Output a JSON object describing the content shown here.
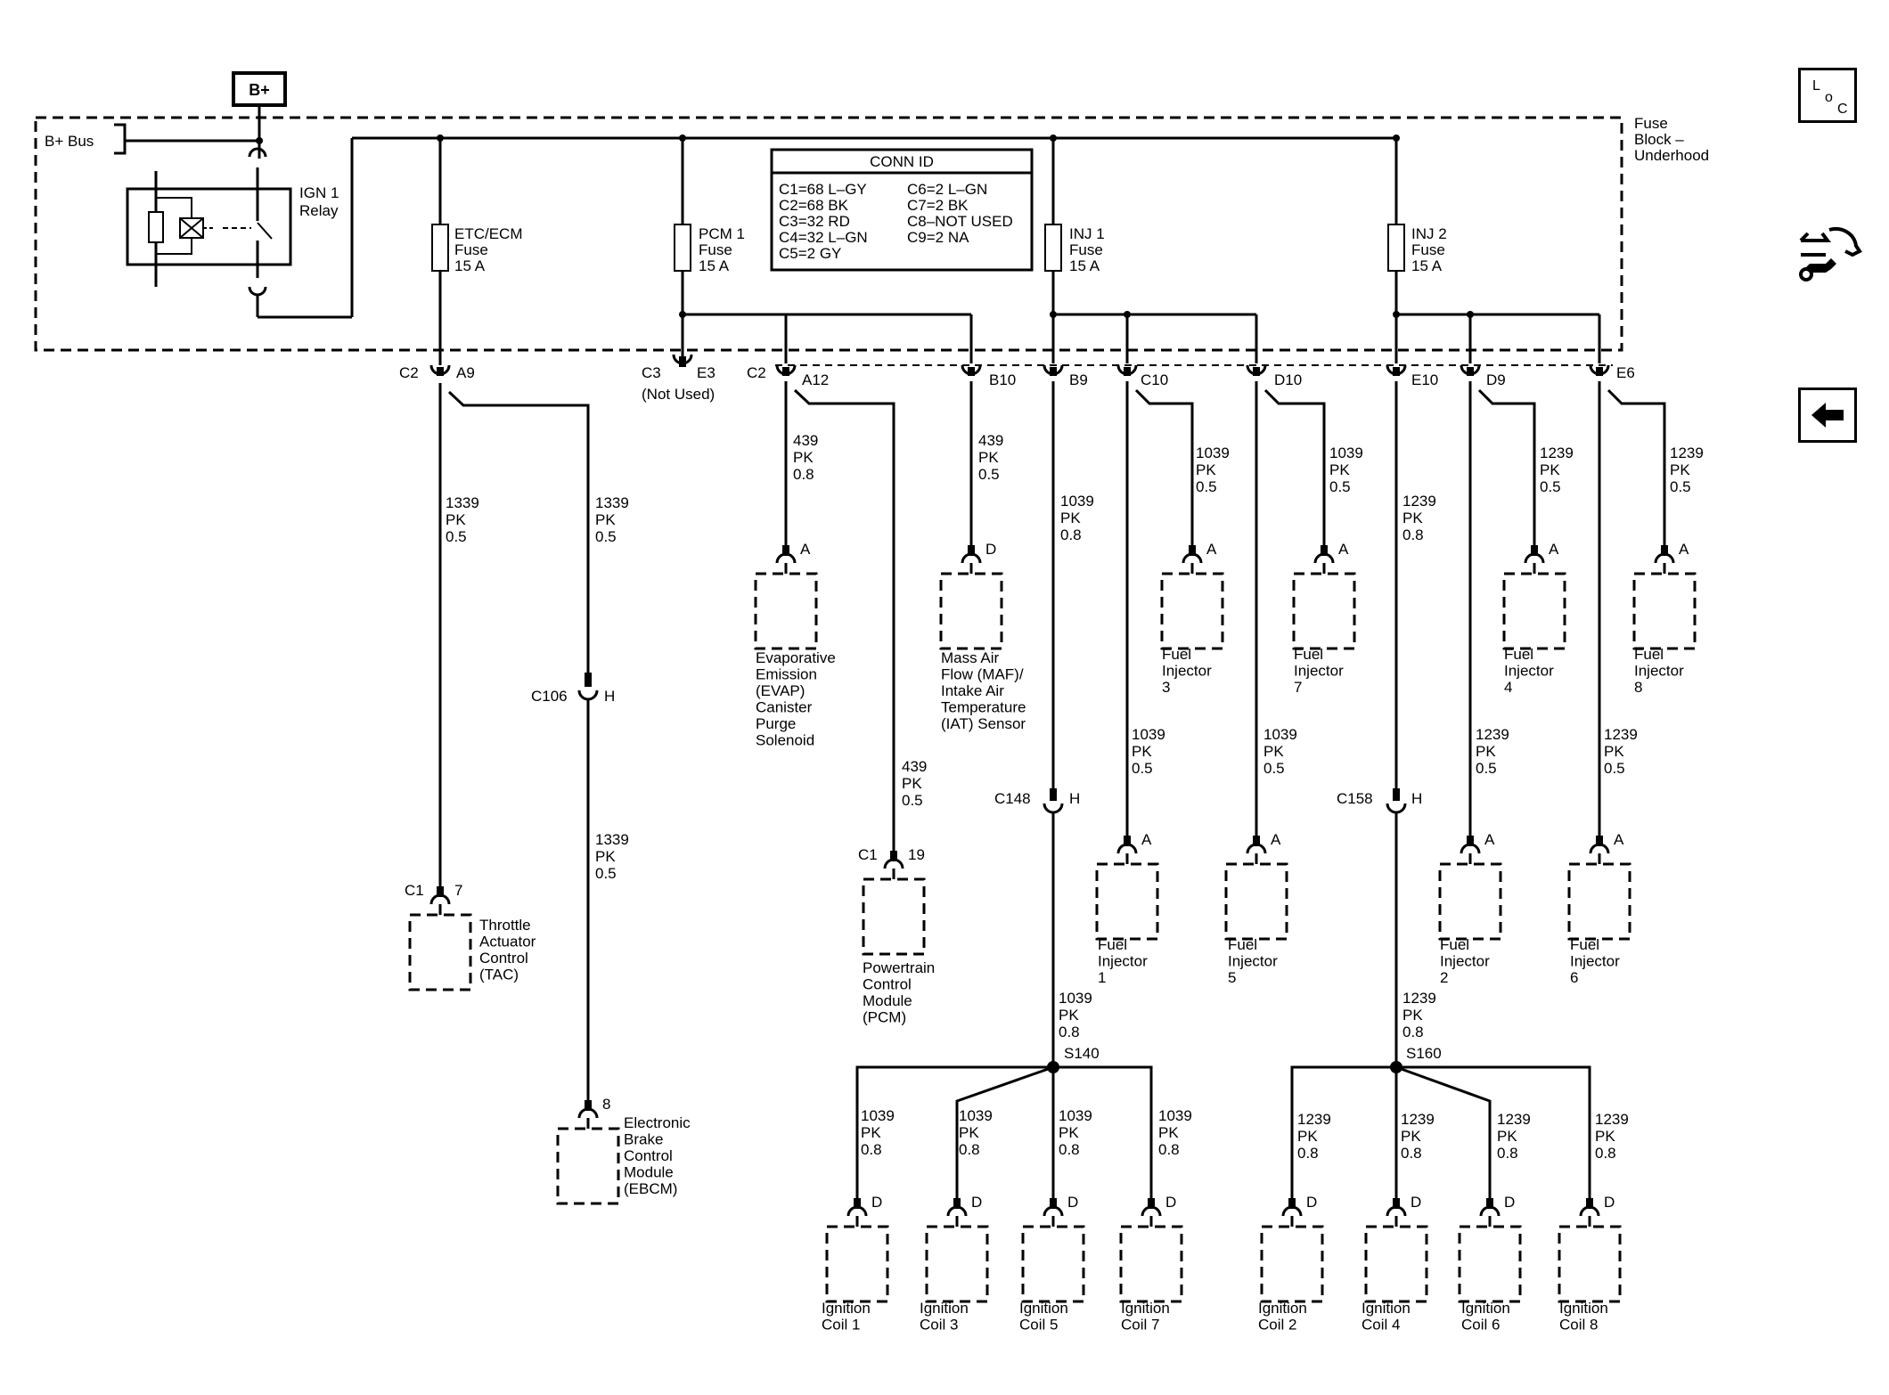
{
  "power": {
    "bplus": "B+",
    "bus": "B+ Bus",
    "relay": [
      "IGN 1",
      "Relay"
    ],
    "fuse_block": [
      "Fuse",
      "Block –",
      "Underhood"
    ]
  },
  "conn_id": {
    "title": "CONN ID",
    "left": [
      "C1=68 L–GY",
      "C2=68 BK",
      "C3=32 RD",
      "C4=32 L–GN",
      "C5=2 GY"
    ],
    "right": [
      "C6=2 L–GN",
      "C7=2 BK",
      "C8–NOT USED",
      "C9=2 NA"
    ]
  },
  "fuses": [
    {
      "lines": [
        "ETC/ECM",
        "Fuse",
        "15 A"
      ]
    },
    {
      "lines": [
        "PCM 1",
        "Fuse",
        "15 A"
      ]
    },
    {
      "lines": [
        "INJ 1",
        "Fuse",
        "15 A"
      ]
    },
    {
      "lines": [
        "INJ 2",
        "Fuse",
        "15 A"
      ]
    }
  ],
  "connector_labels": {
    "c2": "C2",
    "a9": "A9",
    "c3": "C3",
    "e3": "E3",
    "not_used": "(Not Used)",
    "c2b": "C2",
    "a12": "A12",
    "b10": "B10",
    "b9": "B9",
    "c10": "C10",
    "d10": "D10",
    "e10": "E10",
    "d9": "D9",
    "e6": "E6",
    "c106": "C106",
    "h1": "H",
    "c148": "C148",
    "h2": "H",
    "c158": "C158",
    "h3": "H",
    "s140": "S140",
    "s160": "S160"
  },
  "wires": [
    {
      "lines": [
        "1339",
        "PK",
        "0.5"
      ]
    },
    {
      "lines": [
        "1339",
        "PK",
        "0.5"
      ]
    },
    {
      "lines": [
        "1339",
        "PK",
        "0.5"
      ]
    },
    {
      "lines": [
        "439",
        "PK",
        "0.8"
      ]
    },
    {
      "lines": [
        "439",
        "PK",
        "0.5"
      ]
    },
    {
      "lines": [
        "439",
        "PK",
        "0.5"
      ]
    },
    {
      "lines": [
        "1039",
        "PK",
        "0.8"
      ]
    },
    {
      "lines": [
        "1039",
        "PK",
        "0.5"
      ]
    },
    {
      "lines": [
        "1039",
        "PK",
        "0.5"
      ]
    },
    {
      "lines": [
        "1039",
        "PK",
        "0.5"
      ]
    },
    {
      "lines": [
        "1039",
        "PK",
        "0.5"
      ]
    },
    {
      "lines": [
        "1039",
        "PK",
        "0.8"
      ]
    },
    {
      "lines": [
        "1239",
        "PK",
        "0.8"
      ]
    },
    {
      "lines": [
        "1239",
        "PK",
        "0.5"
      ]
    },
    {
      "lines": [
        "1239",
        "PK",
        "0.5"
      ]
    },
    {
      "lines": [
        "1239",
        "PK",
        "0.5"
      ]
    },
    {
      "lines": [
        "1239",
        "PK",
        "0.5"
      ]
    },
    {
      "lines": [
        "1239",
        "PK",
        "0.8"
      ]
    },
    {
      "lines": [
        "1039",
        "PK",
        "0.8"
      ]
    },
    {
      "lines": [
        "1039",
        "PK",
        "0.8"
      ]
    },
    {
      "lines": [
        "1039",
        "PK",
        "0.8"
      ]
    },
    {
      "lines": [
        "1039",
        "PK",
        "0.8"
      ]
    },
    {
      "lines": [
        "1239",
        "PK",
        "0.8"
      ]
    },
    {
      "lines": [
        "1239",
        "PK",
        "0.8"
      ]
    },
    {
      "lines": [
        "1239",
        "PK",
        "0.8"
      ]
    },
    {
      "lines": [
        "1239",
        "PK",
        "0.8"
      ]
    }
  ],
  "components": [
    {
      "pin": "A",
      "lines": [
        "Evaporative",
        "Emission",
        "(EVAP)",
        "Canister",
        "Purge",
        "Solenoid"
      ]
    },
    {
      "pin": "D",
      "lines": [
        "Mass Air",
        "Flow (MAF)/",
        "Intake Air",
        "Temperature",
        "(IAT) Sensor"
      ]
    },
    {
      "pin": "A",
      "lines": [
        "Fuel",
        "Injector",
        "3"
      ]
    },
    {
      "pin": "A",
      "lines": [
        "Fuel",
        "Injector",
        "7"
      ]
    },
    {
      "pin": "A",
      "lines": [
        "Fuel",
        "Injector",
        "4"
      ]
    },
    {
      "pin": "A",
      "lines": [
        "Fuel",
        "Injector",
        "8"
      ]
    },
    {
      "pin": "A",
      "lines": [
        "Fuel",
        "Injector",
        "1"
      ]
    },
    {
      "pin": "A",
      "lines": [
        "Fuel",
        "Injector",
        "5"
      ]
    },
    {
      "pin": "A",
      "lines": [
        "Fuel",
        "Injector",
        "2"
      ]
    },
    {
      "pin": "A",
      "lines": [
        "Fuel",
        "Injector",
        "6"
      ]
    },
    {
      "pin": "19",
      "conn": "C1",
      "lines": [
        "Powertrain",
        "Control",
        "Module",
        "(PCM)"
      ]
    },
    {
      "pin": "7",
      "conn": "C1",
      "lines": [
        "Throttle",
        "Actuator",
        "Control",
        "(TAC)"
      ]
    },
    {
      "pin": "8",
      "lines": [
        "Electronic",
        "Brake",
        "Control",
        "Module",
        "(EBCM)"
      ]
    },
    {
      "pin": "D",
      "lines": [
        "Ignition",
        "Coil 1"
      ]
    },
    {
      "pin": "D",
      "lines": [
        "Ignition",
        "Coil 3"
      ]
    },
    {
      "pin": "D",
      "lines": [
        "Ignition",
        "Coil 5"
      ]
    },
    {
      "pin": "D",
      "lines": [
        "Ignition",
        "Coil 7"
      ]
    },
    {
      "pin": "D",
      "lines": [
        "Ignition",
        "Coil 2"
      ]
    },
    {
      "pin": "D",
      "lines": [
        "Ignition",
        "Coil 4"
      ]
    },
    {
      "pin": "D",
      "lines": [
        "Ignition",
        "Coil 6"
      ]
    },
    {
      "pin": "D",
      "lines": [
        "Ignition",
        "Coil 8"
      ]
    }
  ],
  "nav": {
    "loc": [
      "L",
      "o",
      "C"
    ]
  }
}
